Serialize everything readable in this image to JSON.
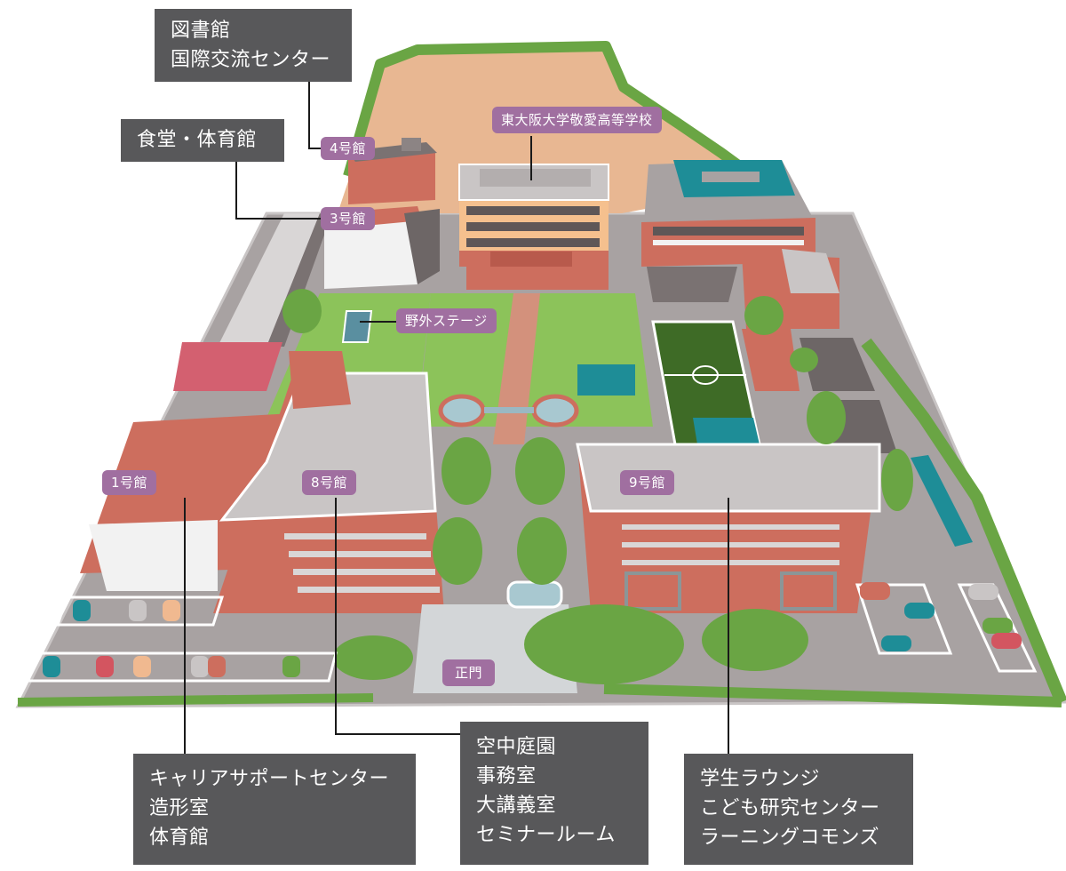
{
  "map": {
    "colors": {
      "callout_bg": "#58585a",
      "tag_bg": "#a06fa0",
      "brick": "#cd6e5e",
      "roof_gray": "#c9c5c5",
      "pavement": "#a8a2a2",
      "lawn": "#8cc35a",
      "tree": "#6aa544",
      "ground": "#e8b792",
      "teal_roof": "#1e8d97",
      "field": "#3e6b26"
    },
    "callouts": {
      "library": {
        "lines": [
          "図書館",
          "国際交流センター"
        ]
      },
      "cafeteria": {
        "lines": [
          "食堂・体育館"
        ]
      },
      "building1": {
        "lines": [
          "キャリアサポートセンター",
          "造形室",
          "体育館"
        ]
      },
      "building8": {
        "lines": [
          "空中庭園",
          "事務室",
          "大講義室",
          "セミナールーム"
        ]
      },
      "building9": {
        "lines": [
          "学生ラウンジ",
          "こども研究センター",
          "ラーニングコモンズ"
        ]
      }
    },
    "tags": {
      "building4": "4号館",
      "building3": "3号館",
      "high_school": "東大阪大学敬愛高等学校",
      "outdoor_stage": "野外ステージ",
      "building1": "1号館",
      "building8": "8号館",
      "building9": "9号館",
      "main_gate": "正門"
    }
  }
}
